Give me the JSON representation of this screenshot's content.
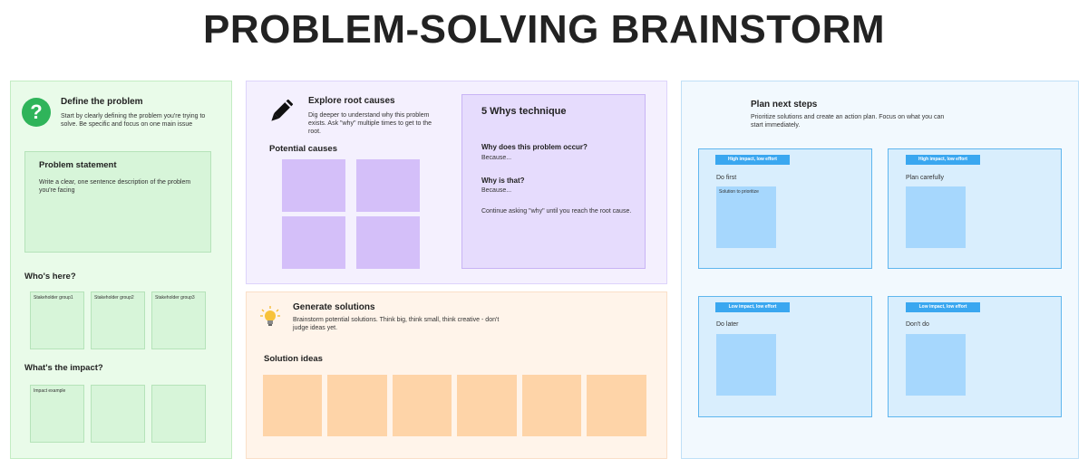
{
  "page_title": "PROBLEM-SOLVING BRAINSTORM",
  "define": {
    "heading": "Define the problem",
    "description": "Start by clearly defining the problem you're trying to solve. Be specific and focus on one main issue",
    "icon": "question-icon",
    "statement_title": "Problem statement",
    "statement_text": "Write a clear, one sentence description of the problem you're facing",
    "whos_here": "Who's here?",
    "stakeholders": [
      "Stakeholder group1",
      "Stakeholder group2",
      "Stakeholder group3"
    ],
    "impact": "What's the impact?",
    "impact_example": "Impact example"
  },
  "explore": {
    "heading": "Explore root causes",
    "description": "Dig deeper to understand why this problem exists. Ask \"why\" multiple times to get to the root.",
    "icon": "pencil-icon",
    "causes_label": "Potential causes",
    "whys_title": "5 Whys technique",
    "q1": "Why does this problem occur?",
    "a1": "Because...",
    "q2": "Why is that?",
    "a2": "Because...",
    "continue_text": "Continue asking \"why\" until you reach the root cause."
  },
  "generate": {
    "heading": "Generate solutions",
    "description": "Brainstorm potential solutions. Think big, think small, think creative - don't judge ideas yet.",
    "icon": "lightbulb-icon",
    "ideas_label": "Solution ideas"
  },
  "plan": {
    "heading": "Plan next steps",
    "description": "Prioritize solutions and create an action plan. Focus on what you can start immediately.",
    "quadrants": [
      {
        "tag": "High impact, low effort",
        "label": "Do first",
        "note": "Solution to prioritize"
      },
      {
        "tag": "High impact, low effort",
        "label": "Plan carefully",
        "note": ""
      },
      {
        "tag": "Low impact, low effort",
        "label": "Do later",
        "note": ""
      },
      {
        "tag": "Low impact, low effort",
        "label": "Don't do",
        "note": ""
      }
    ]
  },
  "colors": {
    "green_panel": "#e9fbe9",
    "purple_panel": "#f4f0fe",
    "orange_panel": "#fff4ea",
    "blue_panel": "#f2f9fe",
    "tag_blue": "#3aa7f0"
  }
}
